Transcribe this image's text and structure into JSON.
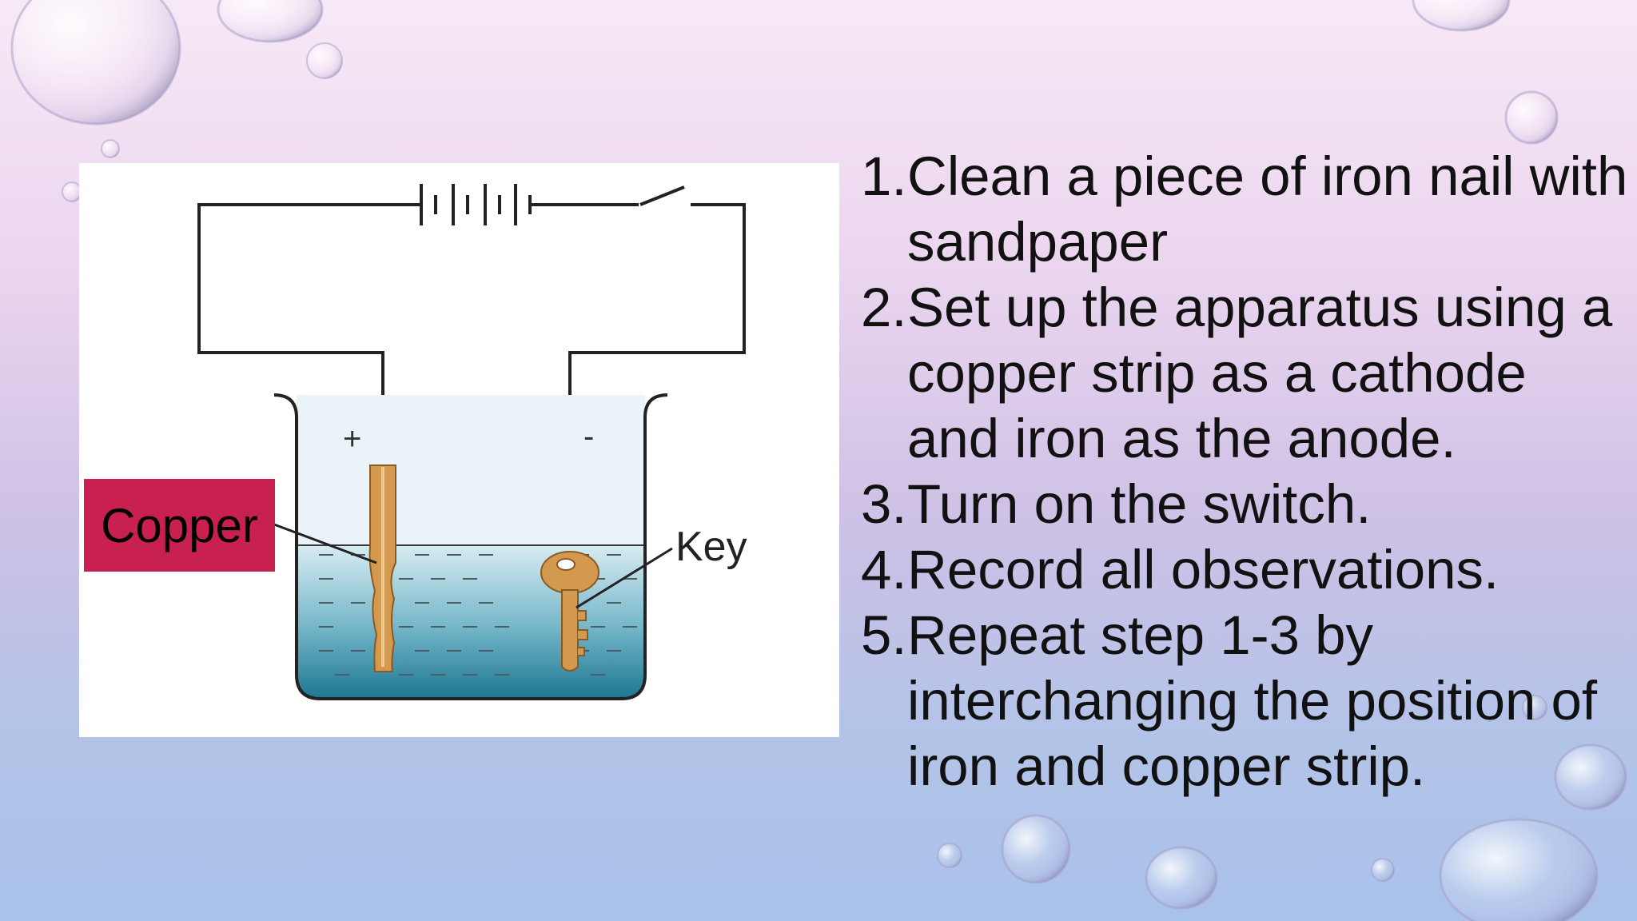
{
  "diagram": {
    "labels": {
      "copper": "Copper",
      "key": "Key",
      "plus": "+",
      "minus": "-"
    }
  },
  "steps": [
    {
      "number": "1.",
      "text": "Clean a piece of iron nail with sandpaper"
    },
    {
      "number": "2.",
      "text": "Set up the apparatus using a copper strip as a cathode and iron as the anode."
    },
    {
      "number": "3.",
      "text": "Turn on the switch."
    },
    {
      "number": "4.",
      "text": "Record all observations."
    },
    {
      "number": "5.",
      "text": "Repeat step 1-3 by interchanging the position of iron and copper strip."
    }
  ],
  "colors": {
    "copper_label_bg": "#c8204f",
    "electrolyte": "#2f8fab",
    "electrode": "#d39a4f"
  }
}
